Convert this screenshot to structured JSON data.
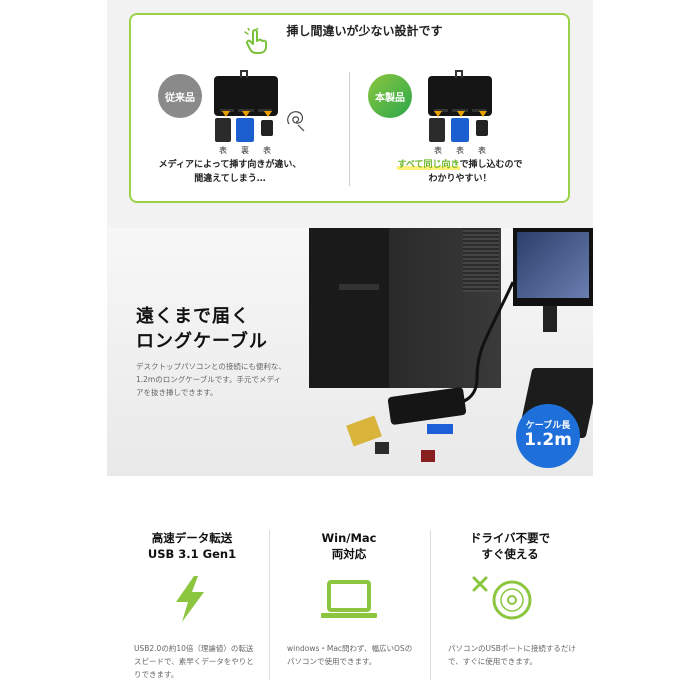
{
  "comparison": {
    "title": "挿し間違いが少ない設計です",
    "conventional": {
      "badge": "従来品",
      "faces": [
        "表",
        "裏",
        "表"
      ],
      "caption_line1": "メディアによって挿す向きが違い、",
      "caption_line2": "間違えてしまう…"
    },
    "product": {
      "badge": "本製品",
      "faces": [
        "表",
        "表",
        "表"
      ],
      "caption_highlight": "すべて同じ向き",
      "caption_rest": "で挿し込むので",
      "caption_line2": "わかりやすい！"
    },
    "colors": {
      "accent": "#9bd14a",
      "highlight": "#6fb52c"
    }
  },
  "long_cable": {
    "headline_line1": "遠くまで届く",
    "headline_line2": "ロングケーブル",
    "description": "デスクトップパソコンとの接続にも便利な、1.2mのロングケーブルです。手元でメディアを抜き挿しできます。",
    "badge_label": "ケーブル長",
    "badge_value": "1.2m",
    "badge_color": "#1e6fd9"
  },
  "features": [
    {
      "title_line1": "高速データ転送",
      "title_line2": "USB 3.1 Gen1",
      "icon": "lightning-icon",
      "description": "USB2.0の約10倍（理論値）の転送スピードで、素早くデータをやりとりできます。"
    },
    {
      "title_line1": "Win/Mac",
      "title_line2": "両対応",
      "icon": "laptop-icon",
      "description": "windows・Mac問わず、幅広いOSのパソコンで使用できます。"
    },
    {
      "title_line1": "ドライバ不要で",
      "title_line2": "すぐ使える",
      "icon": "no-driver-disc-icon",
      "description": "パソコンのUSBポートに接続するだけで、すぐに使用できます。"
    }
  ]
}
